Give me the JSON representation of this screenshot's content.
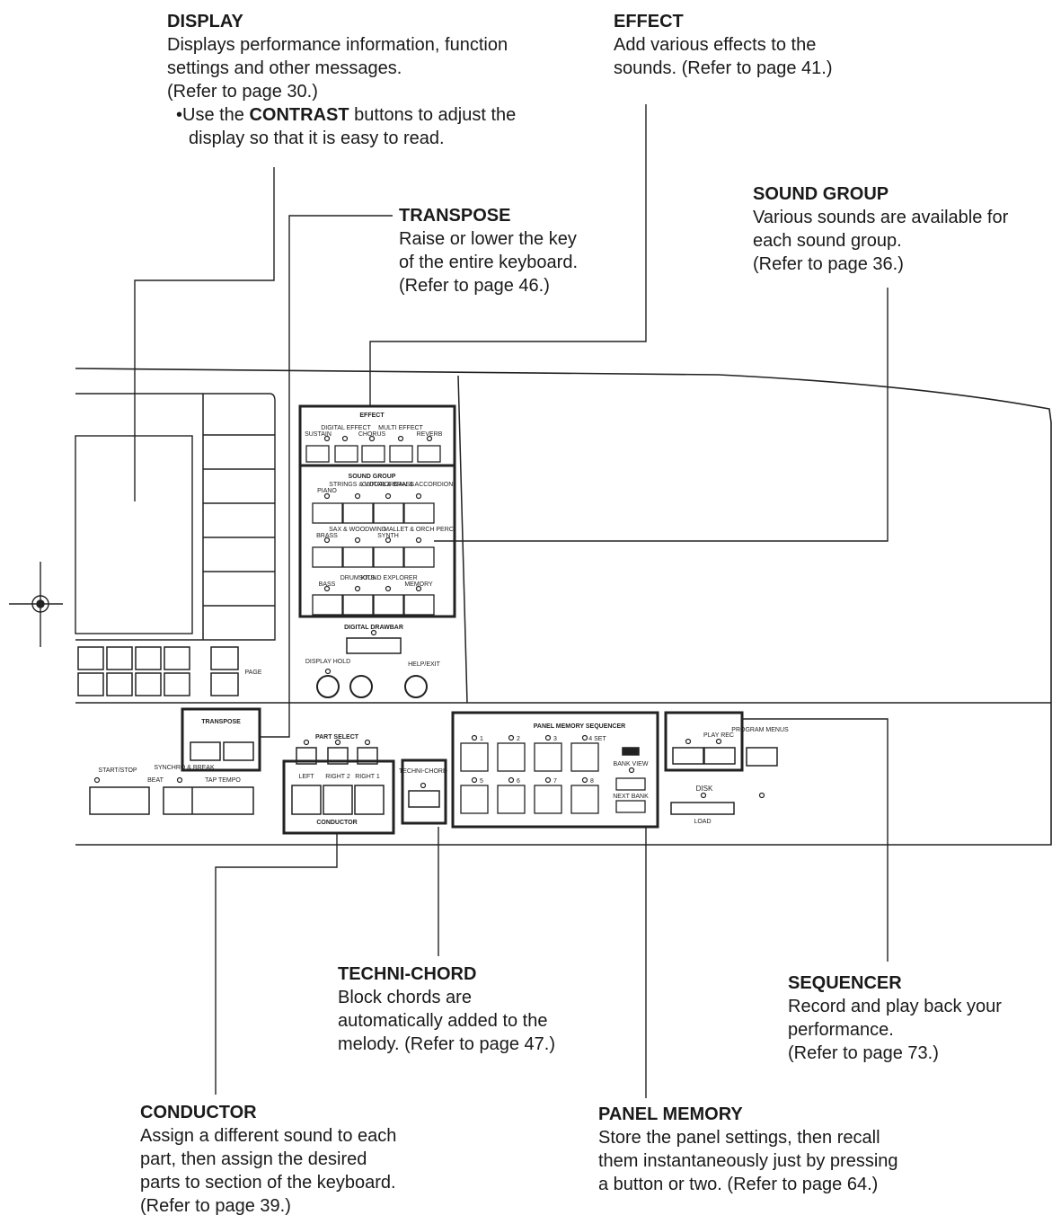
{
  "callouts": {
    "display": {
      "title": "DISPLAY",
      "desc": "Displays performance information, function\nsettings and other messages.\n(Refer to page 30.)",
      "note_prefix": "•Use the ",
      "note_bold": "CONTRAST",
      "note_suffix": " buttons to adjust the\ndisplay so that it is easy to read."
    },
    "effect": {
      "title": "EFFECT",
      "desc": "Add various effects to the\nsounds. (Refer to page 41.)"
    },
    "transpose": {
      "title": "TRANSPOSE",
      "desc": "Raise or lower the key\nof the entire keyboard.\n(Refer to page 46.)"
    },
    "sound_group": {
      "title": "SOUND GROUP",
      "desc": "Various sounds are available for\neach sound group.\n(Refer to page 36.)"
    },
    "techni_chord": {
      "title": "TECHNI-CHORD",
      "desc": "Block chords are\nautomatically added to the\nmelody. (Refer to page 47.)"
    },
    "sequencer": {
      "title": "SEQUENCER",
      "desc": "Record and play back your\nperformance.\n(Refer to page 73.)"
    },
    "conductor": {
      "title": "CONDUCTOR",
      "desc": "Assign a different sound to each\npart, then assign the desired\nparts to section of the keyboard.\n(Refer to page 39.)"
    },
    "panel_memory": {
      "title": "PANEL MEMORY",
      "desc": "Store the panel settings, then recall\nthem instantaneously just by pressing\na button or two. (Refer to page 64.)"
    }
  },
  "panel_labels": {
    "effect": "EFFECT",
    "effect_buttons": [
      "SUSTAIN",
      "DIGITAL EFFECT",
      "CHORUS",
      "MULTI EFFECT",
      "REVERB"
    ],
    "sound_group": "SOUND GROUP",
    "sound_row1": [
      "PIANO",
      "STRINGS & VOCAL",
      "GUITAR & BRASS",
      "ORGAN & ACCORDION"
    ],
    "sound_row2": [
      "BRASS",
      "SAX & WOODWIND",
      "SYNTH",
      "MALLET & ORCH PERC"
    ],
    "sound_row3": [
      "BASS",
      "DRUM KITS",
      "SOUND EXPLORER",
      "MEMORY"
    ],
    "digital_drawbar": "DIGITAL DRAWBAR",
    "display_hold": "DISPLAY HOLD",
    "help_exit": "HELP/EXIT",
    "page": "PAGE",
    "transpose": "TRANSPOSE",
    "part_select": "PART SELECT",
    "parts": [
      "LEFT",
      "RIGHT 2",
      "RIGHT 1"
    ],
    "conductor": "CONDUCTOR",
    "techni_chord": "TECHNI-CHORD",
    "start_stop": "START/STOP",
    "beat": "BEAT",
    "synchro_break": "SYNCHRO & BREAK",
    "tap_tempo": "TAP TEMPO",
    "panel_memory_sequencer": "PANEL MEMORY SEQUENCER",
    "memory_top": [
      "1",
      "2",
      "3",
      "4 SET"
    ],
    "memory_bottom": [
      "5",
      "6",
      "7",
      "8"
    ],
    "bank_view": "BANK VIEW",
    "next_bank": "NEXT BANK",
    "play_rec": "PLAY REC",
    "program_menus": "PROGRAM MENUS",
    "disk": "DISK",
    "load": "LOAD"
  }
}
